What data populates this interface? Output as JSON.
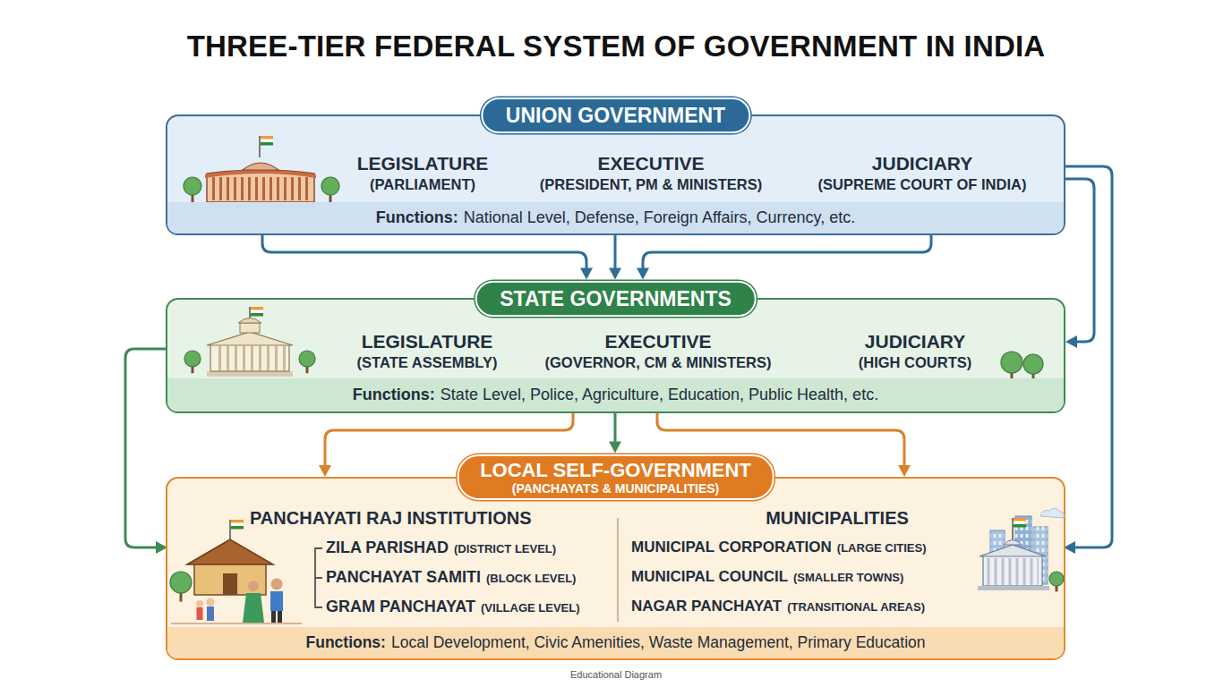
{
  "diagram": {
    "title": "THREE-TIER FEDERAL SYSTEM OF GOVERNMENT IN INDIA",
    "caption": "Educational Diagram",
    "nodes": [
      {
        "text": [
          "UNION GOVERNMENT",
          "LEGISLATURE",
          "(PARLIAMENT)",
          "EXECUTIVE",
          "(PRESIDENT, PM & MINISTERS)",
          "JUDICIARY",
          "(SUPREME COURT OF INDIA)",
          "Functions:",
          "National Level, Defense, Foreign Affairs, Currency, etc."
        ]
      },
      {
        "text": [
          "STATE GOVERNMENTS",
          "LEGISLATURE",
          "(STATE ASSEMBLY)",
          "EXECUTIVE",
          "(GOVERNOR, CM & MINISTERS)",
          "JUDICIARY",
          "(HIGH COURTS)",
          "Functions:",
          "State Level, Police, Agriculture, Education, Public Health, etc."
        ]
      },
      {
        "text": [
          "LOCAL SELF-GOVERNMENT",
          "(PANCHAYATS & MUNICIPALITIES)",
          "Functions:",
          "Local Development, Civic Amenities, Waste Management, Primary Education"
        ]
      },
      {
        "text": [
          "PANCHAYATI RAJ INSTITUTIONS",
          "ZILA PARISHAD",
          "(DISTRICT LEVEL)",
          "PANCHAYAT SAMITI",
          "(BLOCK LEVEL)",
          "GRAM PANCHAYAT",
          "(VILLAGE LEVEL)"
        ],
        "in": 2
      },
      {
        "text": [
          "MUNICIPALITIES",
          "MUNICIPAL CORPORATION",
          "(LARGE CITIES)",
          "MUNICIPAL COUNCIL",
          "(SMALLER TOWNS)",
          "NAGAR PANCHAYAT",
          "(TRANSITIONAL AREAS)"
        ],
        "in": 2
      }
    ],
    "edges": [
      {
        "from": 0,
        "to": 1,
        "arrow": "to"
      },
      {
        "from": 0,
        "to": 1,
        "arrow": "to"
      },
      {
        "from": 0,
        "to": 1,
        "arrow": "to"
      },
      {
        "from": 0,
        "to": 1,
        "arrow": "to"
      },
      {
        "from": 0,
        "to": 4,
        "arrow": "to"
      },
      {
        "from": 1,
        "to": 3,
        "arrow": "to"
      },
      {
        "from": 1,
        "to": 2,
        "arrow": "to"
      },
      {
        "from": 1,
        "to": 2,
        "arrow": "to"
      },
      {
        "from": 1,
        "to": 2,
        "arrow": "to"
      }
    ]
  }
}
